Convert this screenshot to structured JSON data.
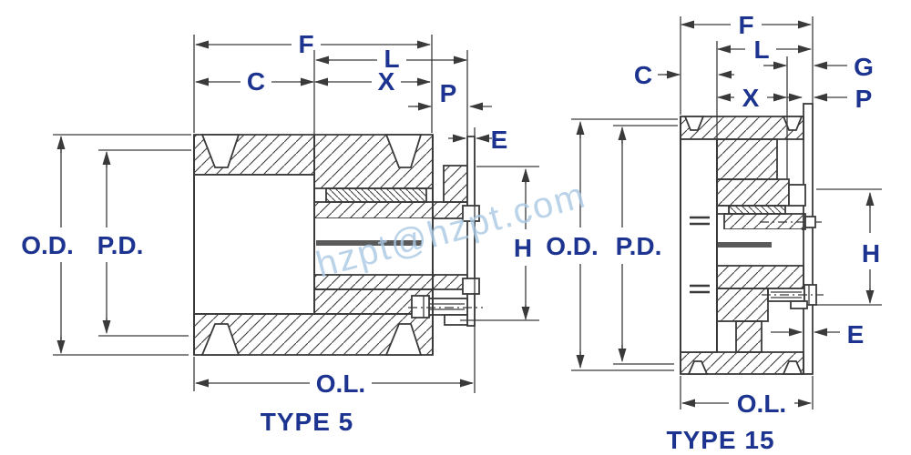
{
  "watermark": {
    "text": "hzpt@hzpt.com"
  },
  "colors": {
    "label_blue": "#1c3490",
    "line": "#3a3a3a",
    "watermark_blue": "#aac9e4"
  },
  "diagrams": {
    "type5": {
      "title": "TYPE 5",
      "labels": {
        "f": "F",
        "l": "L",
        "c": "C",
        "x": "X",
        "p": "P",
        "e": "E",
        "od": "O.D.",
        "pd": "P.D.",
        "h": "H",
        "ol": "O.L."
      }
    },
    "type15": {
      "title": "TYPE 15",
      "labels": {
        "f": "F",
        "l": "L",
        "c": "C",
        "x": "X",
        "p": "P",
        "g": "G",
        "e": "E",
        "od": "O.D.",
        "pd": "P.D.",
        "h": "H",
        "ol": "O.L."
      }
    }
  }
}
